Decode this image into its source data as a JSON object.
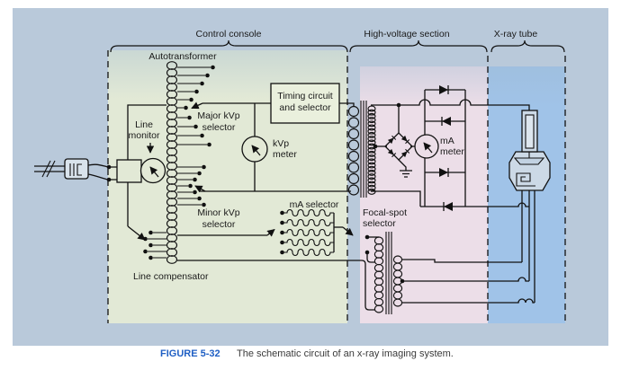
{
  "figure": {
    "label": "FIGURE 5-32",
    "caption": "The schematic circuit of an x-ray imaging system."
  },
  "sections": {
    "control_console": "Control console",
    "high_voltage": "High-voltage section",
    "xray_tube": "X-ray tube"
  },
  "components": {
    "autotransformer": "Autotransformer",
    "line_monitor": [
      "Line",
      "monitor"
    ],
    "major_kvp_selector": [
      "Major kVp",
      "selector"
    ],
    "minor_kvp_selector": [
      "Minor kVp",
      "selector"
    ],
    "line_compensator": "Line compensator",
    "timing_circuit": [
      "Timing circuit",
      "and selector"
    ],
    "kvp_meter": [
      "kVp",
      "meter"
    ],
    "ma_selector": "mA selector",
    "focal_spot_selector": [
      "Focal-spot",
      "selector"
    ],
    "ma_meter": [
      "mA",
      "meter"
    ]
  },
  "colors": {
    "page_bg": "#b9c9da",
    "control_console_bg": "#e2e9d6",
    "high_voltage_bg": "#ecdee8",
    "xray_tube_bg": "#a0c3e8",
    "timing_box_bg": "#eaf0dd",
    "tube_glass": "#ccd9e6",
    "figure_label": "#1f5fc4"
  }
}
